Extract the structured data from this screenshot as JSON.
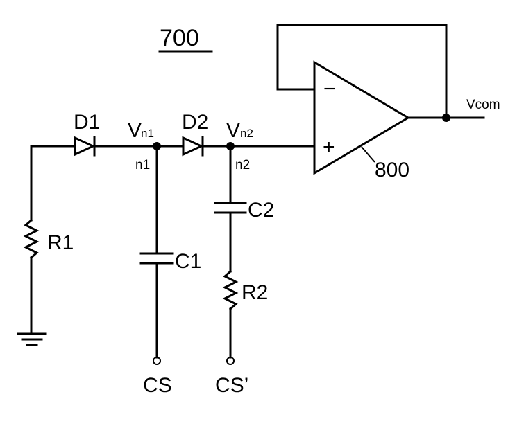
{
  "figure_number": "700",
  "components": {
    "d1": "D1",
    "d2": "D2",
    "r1": "R1",
    "r2": "R2",
    "c1": "C1",
    "c2": "C2",
    "opamp_ref": "800",
    "opamp_minus": "−",
    "opamp_plus": "+"
  },
  "nodes": {
    "vn1_main": "V",
    "vn1_sub": "n1",
    "n1": "n1",
    "vn2_main": "V",
    "vn2_sub": "n2",
    "n2": "n2",
    "vcom": "Vcom"
  },
  "terminals": {
    "cs": "CS",
    "cs_prime": "CS’"
  }
}
